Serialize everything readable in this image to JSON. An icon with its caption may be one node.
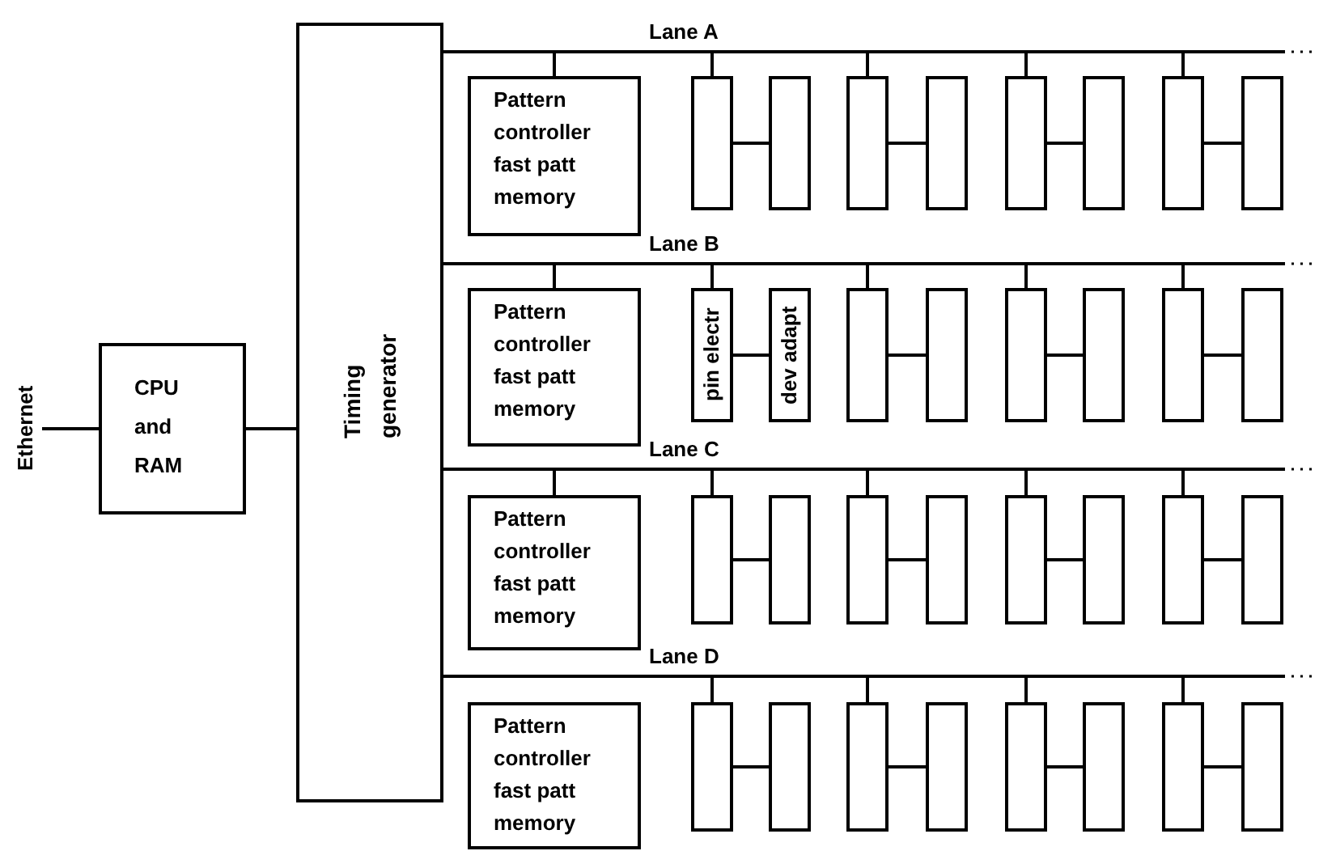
{
  "diagram": {
    "nodes": [
      {
        "text": [
          "Ethernet"
        ]
      },
      {
        "text": [
          "CPU and RAM"
        ]
      },
      {
        "text": [
          "Timing generator"
        ]
      },
      {
        "text": [
          "Lane A"
        ]
      },
      {
        "text": [
          "Pattern controller fast patt memory"
        ]
      },
      {
        "text": [],
        "shape": "box"
      },
      {
        "text": [],
        "shape": "box"
      },
      {
        "text": [],
        "shape": "box"
      },
      {
        "text": [],
        "shape": "box"
      },
      {
        "text": [],
        "shape": "box"
      },
      {
        "text": [],
        "shape": "box"
      },
      {
        "text": [],
        "shape": "box"
      },
      {
        "text": [],
        "shape": "box"
      },
      {
        "text": [
          "Lane B"
        ]
      },
      {
        "text": [
          "Pattern controller fast patt memory"
        ]
      },
      {
        "text": [
          "pin electr"
        ]
      },
      {
        "text": [
          "dev adapt"
        ]
      },
      {
        "text": [],
        "shape": "box"
      },
      {
        "text": [],
        "shape": "box"
      },
      {
        "text": [],
        "shape": "box"
      },
      {
        "text": [],
        "shape": "box"
      },
      {
        "text": [],
        "shape": "box"
      },
      {
        "text": [],
        "shape": "box"
      },
      {
        "text": [
          "Lane C"
        ]
      },
      {
        "text": [
          "Pattern controller fast patt memory"
        ]
      },
      {
        "text": [],
        "shape": "box"
      },
      {
        "text": [],
        "shape": "box"
      },
      {
        "text": [],
        "shape": "box"
      },
      {
        "text": [],
        "shape": "box"
      },
      {
        "text": [],
        "shape": "box"
      },
      {
        "text": [],
        "shape": "box"
      },
      {
        "text": [],
        "shape": "box"
      },
      {
        "text": [],
        "shape": "box"
      },
      {
        "text": [
          "Lane D"
        ]
      },
      {
        "text": [
          "Pattern controller fast patt memory"
        ]
      },
      {
        "text": [],
        "shape": "box"
      },
      {
        "text": [],
        "shape": "box"
      },
      {
        "text": [],
        "shape": "box"
      },
      {
        "text": [],
        "shape": "box"
      },
      {
        "text": [],
        "shape": "box"
      },
      {
        "text": [],
        "shape": "box"
      },
      {
        "text": [],
        "shape": "box"
      },
      {
        "text": [],
        "shape": "box"
      }
    ],
    "edges": [
      {
        "from": 0,
        "to": 1,
        "arrow": "none"
      },
      {
        "from": 1,
        "to": 2,
        "arrow": "none"
      },
      {
        "from": 2,
        "to": 3,
        "arrow": "none"
      },
      {
        "from": 3,
        "to": 4,
        "arrow": "none"
      },
      {
        "from": 3,
        "to": 5,
        "arrow": "none"
      },
      {
        "from": 3,
        "to": 7,
        "arrow": "none"
      },
      {
        "from": 3,
        "to": 9,
        "arrow": "none"
      },
      {
        "from": 3,
        "to": 11,
        "arrow": "none"
      },
      {
        "from": 5,
        "to": 6,
        "arrow": "none"
      },
      {
        "from": 7,
        "to": 8,
        "arrow": "none"
      },
      {
        "from": 9,
        "to": 10,
        "arrow": "none"
      },
      {
        "from": 11,
        "to": 12,
        "arrow": "none"
      },
      {
        "from": 2,
        "to": 13,
        "arrow": "none"
      },
      {
        "from": 13,
        "to": 14,
        "arrow": "none"
      },
      {
        "from": 13,
        "to": 15,
        "arrow": "none"
      },
      {
        "from": 13,
        "to": 17,
        "arrow": "none"
      },
      {
        "from": 13,
        "to": 19,
        "arrow": "none"
      },
      {
        "from": 13,
        "to": 21,
        "arrow": "none"
      },
      {
        "from": 15,
        "to": 16,
        "arrow": "none"
      },
      {
        "from": 17,
        "to": 18,
        "arrow": "none"
      },
      {
        "from": 19,
        "to": 20,
        "arrow": "none"
      },
      {
        "from": 21,
        "to": 22,
        "arrow": "none"
      },
      {
        "from": 2,
        "to": 23,
        "arrow": "none"
      },
      {
        "from": 23,
        "to": 24,
        "arrow": "none"
      },
      {
        "from": 23,
        "to": 25,
        "arrow": "none"
      },
      {
        "from": 23,
        "to": 27,
        "arrow": "none"
      },
      {
        "from": 23,
        "to": 29,
        "arrow": "none"
      },
      {
        "from": 23,
        "to": 31,
        "arrow": "none"
      },
      {
        "from": 25,
        "to": 26,
        "arrow": "none"
      },
      {
        "from": 27,
        "to": 28,
        "arrow": "none"
      },
      {
        "from": 29,
        "to": 30,
        "arrow": "none"
      },
      {
        "from": 31,
        "to": 32,
        "arrow": "none"
      },
      {
        "from": 2,
        "to": 33,
        "arrow": "none"
      },
      {
        "from": 33,
        "to": 35,
        "arrow": "none"
      },
      {
        "from": 33,
        "to": 37,
        "arrow": "none"
      },
      {
        "from": 33,
        "to": 39,
        "arrow": "none"
      },
      {
        "from": 33,
        "to": 41,
        "arrow": "none"
      },
      {
        "from": 35,
        "to": 36,
        "arrow": "none"
      },
      {
        "from": 37,
        "to": 38,
        "arrow": "none"
      },
      {
        "from": 39,
        "to": 40,
        "arrow": "none"
      },
      {
        "from": 41,
        "to": 42,
        "arrow": "none"
      }
    ]
  }
}
